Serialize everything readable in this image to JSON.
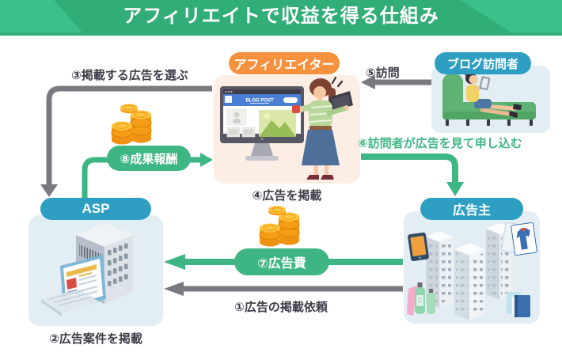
{
  "title": "アフィリエイトで収益を得る仕組み",
  "nodes": {
    "affiliater": {
      "label": "アフィリエイター"
    },
    "blog_visitor": {
      "label": "ブログ訪問者"
    },
    "asp": {
      "label": "ASP"
    },
    "advertiser": {
      "label": "広告主"
    }
  },
  "steps": {
    "step1": {
      "label": "①広告の掲載依頼"
    },
    "step2": {
      "label": "②広告案件を掲載"
    },
    "step3": {
      "label": "③掲載する広告を選ぶ"
    },
    "step4": {
      "label": "④広告を掲載"
    },
    "step5": {
      "label": "⑤訪問"
    },
    "step6": {
      "label": "⑥訪問者が広告を見て申し込む"
    },
    "step7": {
      "label": "⑦広告費"
    },
    "step8": {
      "label": "⑧成果報酬"
    }
  },
  "monitor": {
    "header": "BLOG POST"
  },
  "colors": {
    "banner_green": "#3cc089",
    "banner_ribbon_dark": "#31ae77",
    "accent_green": "#3eb683",
    "arrow_gray": "#7b7880",
    "orange_pill": "#f6913e",
    "teal_pill": "#2e9fc2",
    "peach_box": "#fceee4",
    "lightblue_box": "#e2edf4",
    "coin_gold": "#f5a01e",
    "text_dark": "#3e3c48"
  }
}
